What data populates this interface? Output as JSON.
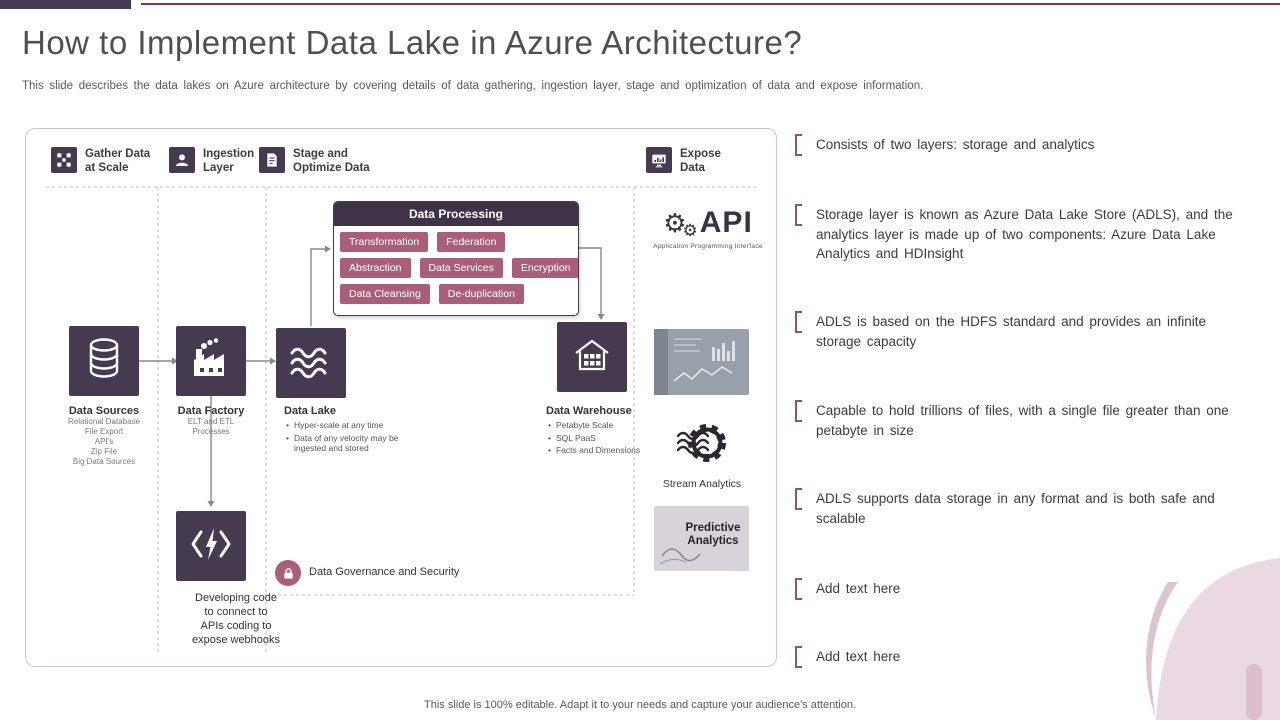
{
  "title": "How to Implement Data Lake in Azure Architecture?",
  "subtitle": "This slide describes the data lakes on Azure architecture by covering details of data gathering, ingestion layer, stage and optimization of data and expose information.",
  "footer": "This slide is 100% editable. Adapt it to your needs and capture your audience's attention.",
  "colors": {
    "dark_purple": "#463a50",
    "maroon_tag": "#a95e79",
    "top_line": "#8e2f44",
    "note_marker": "#8a5670"
  },
  "stages": [
    {
      "label": "Gather Data\nat Scale"
    },
    {
      "label": "Ingestion\nLayer"
    },
    {
      "label": "Stage and\nOptimize Data"
    },
    {
      "label": "Expose\nData"
    }
  ],
  "processing": {
    "title": "Data Processing",
    "tags": [
      "Transformation",
      "Federation",
      "Abstraction",
      "Data Services",
      "Encryption",
      "Data Cleansing",
      "De-duplication"
    ]
  },
  "nodes": {
    "data_sources": {
      "title": "Data Sources",
      "details": [
        "Relational Database",
        "File Export",
        "API's",
        "Zip File",
        "Big Data Sources"
      ]
    },
    "data_factory": {
      "title": "Data Factory",
      "details": [
        "ELT and ETL",
        "Processes"
      ]
    },
    "data_lake": {
      "title": "Data Lake",
      "bullets": [
        "Hyper-scale at any time",
        "Data of any velocity may be ingested and stored"
      ]
    },
    "data_warehouse": {
      "title": "Data Warehouse",
      "bullets": [
        "Petabyte Scale",
        "SQL PaaS",
        "Facts and Dimensions"
      ]
    },
    "developer": {
      "label": "Developing code\nto connect to\nAPIs coding to\nexpose webhooks"
    }
  },
  "governance": {
    "label": "Data Governance and Security"
  },
  "api": {
    "text": "API",
    "subtext": "Application Programming Interface"
  },
  "stream": {
    "label": "Stream Analytics"
  },
  "predictive": {
    "label": "Predictive Analytics"
  },
  "notes": [
    "Consists of two layers: storage and analytics",
    "Storage layer is known as Azure Data Lake Store (ADLS), and the analytics layer is made up of two components: Azure Data Lake Analytics and HDInsight",
    "ADLS is based on the HDFS standard and provides an infinite storage capacity",
    "Capable to hold trillions of files, with a single file greater than one petabyte in size",
    "ADLS supports data storage in any format and is both safe and scalable",
    "Add text here",
    "Add text here"
  ]
}
